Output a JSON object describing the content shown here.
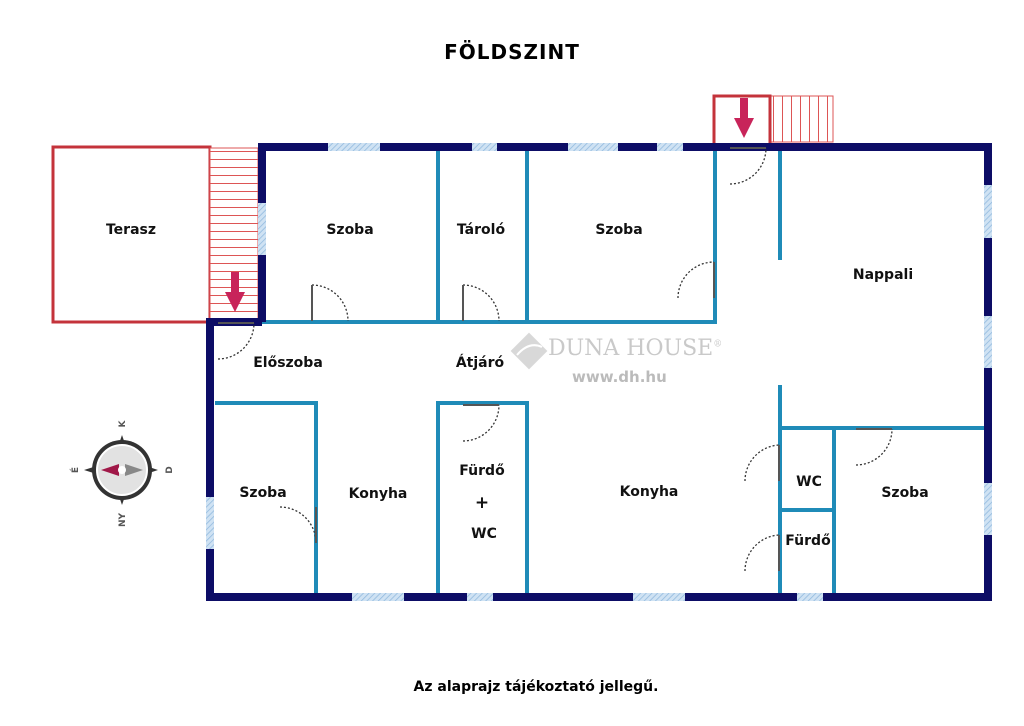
{
  "title": "FÖLDSZINT",
  "note": "Az alaprajz tájékoztató jellegű.",
  "watermark": {
    "brand": "DUNA HOUSE",
    "registered": "®",
    "url": "www.dh.hu"
  },
  "compass": {
    "north": "K",
    "east": "D",
    "south": "NY",
    "west": "É"
  },
  "rooms": {
    "terasz": "Terasz",
    "szoba1": "Szoba",
    "tarolo": "Tároló",
    "szoba2": "Szoba",
    "nappali": "Nappali",
    "eloszoba": "Előszoba",
    "atjaro": "Átjáró",
    "szoba3": "Szoba",
    "konyha1": "Konyha",
    "furdo_wc_1": "Fürdő",
    "furdo_wc_2": "+",
    "furdo_wc_3": "WC",
    "konyha2": "Konyha",
    "wc": "WC",
    "furdo": "Fürdő",
    "szoba4": "Szoba"
  },
  "colors": {
    "outer_wall": "#0d0d66",
    "inner_wall": "#1f8bb8",
    "terrace": "#c4333b",
    "arrow": "#c8245a",
    "window": "#a9cbe8"
  }
}
